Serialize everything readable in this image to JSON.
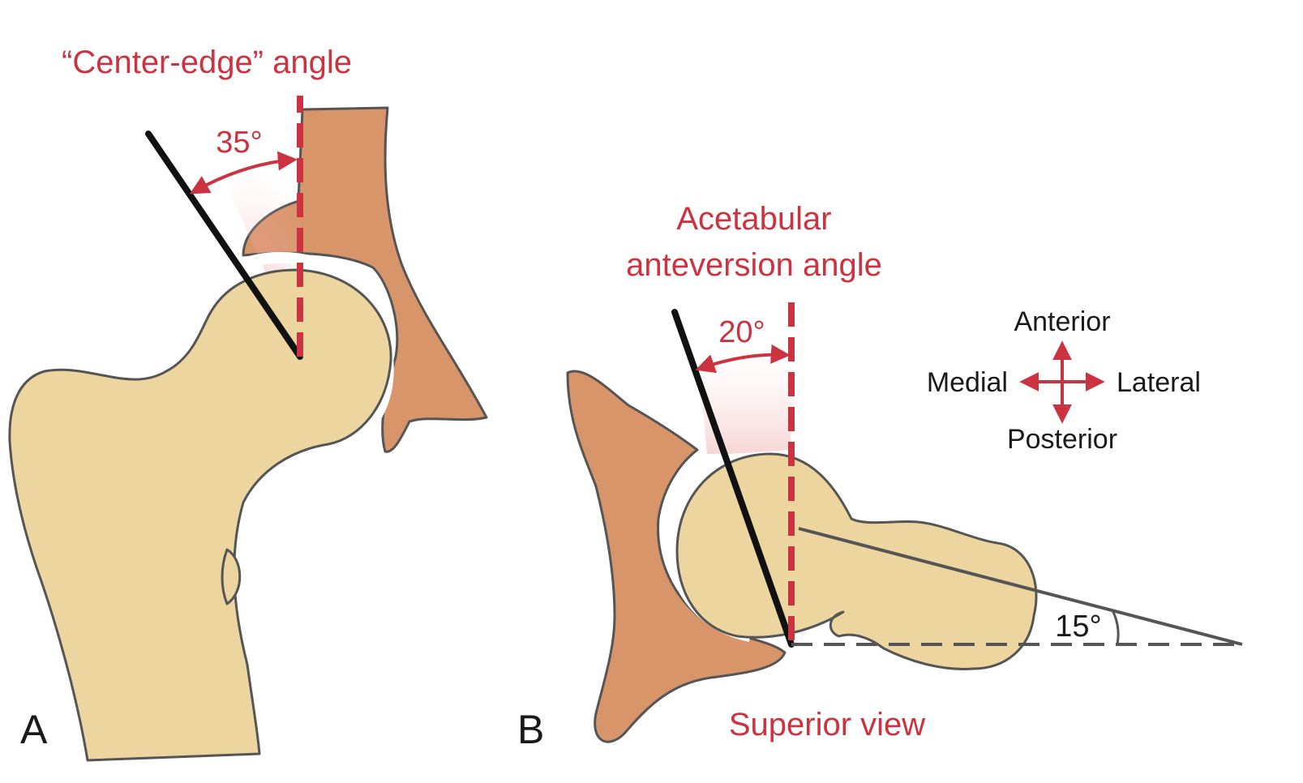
{
  "panel_a": {
    "label": "A",
    "title": "“Center-edge” angle",
    "angle": "35°"
  },
  "panel_b": {
    "label": "B",
    "title_line1": "Acetabular",
    "title_line2": "anteversion angle",
    "angle": "20°",
    "femoral_angle": "15°",
    "view": "Superior view",
    "compass": {
      "top": "Anterior",
      "left": "Medial",
      "right": "Lateral",
      "bottom": "Posterior"
    }
  },
  "colors": {
    "accent_red": "#cc3340",
    "bone": "#ecd59f",
    "pelvis": "#d9956a",
    "outline": "#555555",
    "axis_black": "#111111"
  }
}
